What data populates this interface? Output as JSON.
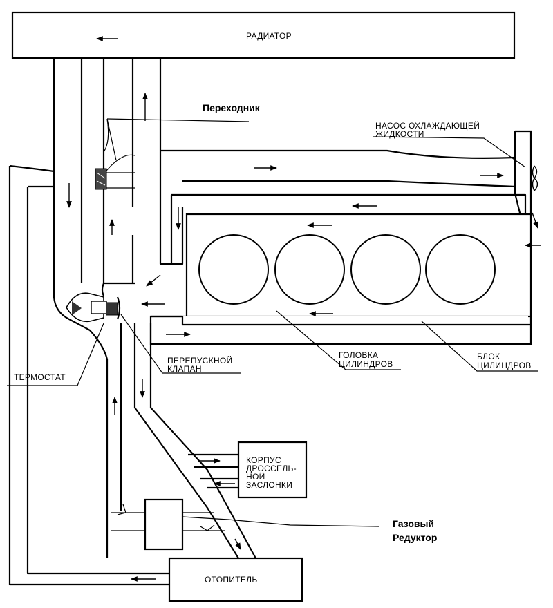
{
  "labels": {
    "radiator": "РАДИАТОР",
    "adapter": "Переходник",
    "pump_line1": "НАСОС ОХЛАЖДАЮЩЕЙ",
    "pump_line2": "ЖИДКОСТИ",
    "thermostat": "ТЕРМОСТАТ",
    "bypass_line1": "ПЕРЕПУСКНОЙ",
    "bypass_line2": "КЛАПАН",
    "head_line1": "ГОЛОВКА",
    "head_line2": "ЦИЛИНДРОВ",
    "block_line1": "БЛОК",
    "block_line2": "ЦИЛИНДРОВ",
    "throttle_line1": "КОРПУС",
    "throttle_line2": "ДРОССЕЛЬ-",
    "throttle_line3": "НОЙ",
    "throttle_line4": "ЗАСЛОНКИ",
    "reducer_line1": "Газовый",
    "reducer_line2": "Редуктор",
    "heater": "ОТОПИТЕЛЬ"
  },
  "icons": {
    "flow_arrow": "arrow-icon",
    "pump_impeller": "impeller-icon",
    "thermostat_valve": "thermostat-icon"
  }
}
